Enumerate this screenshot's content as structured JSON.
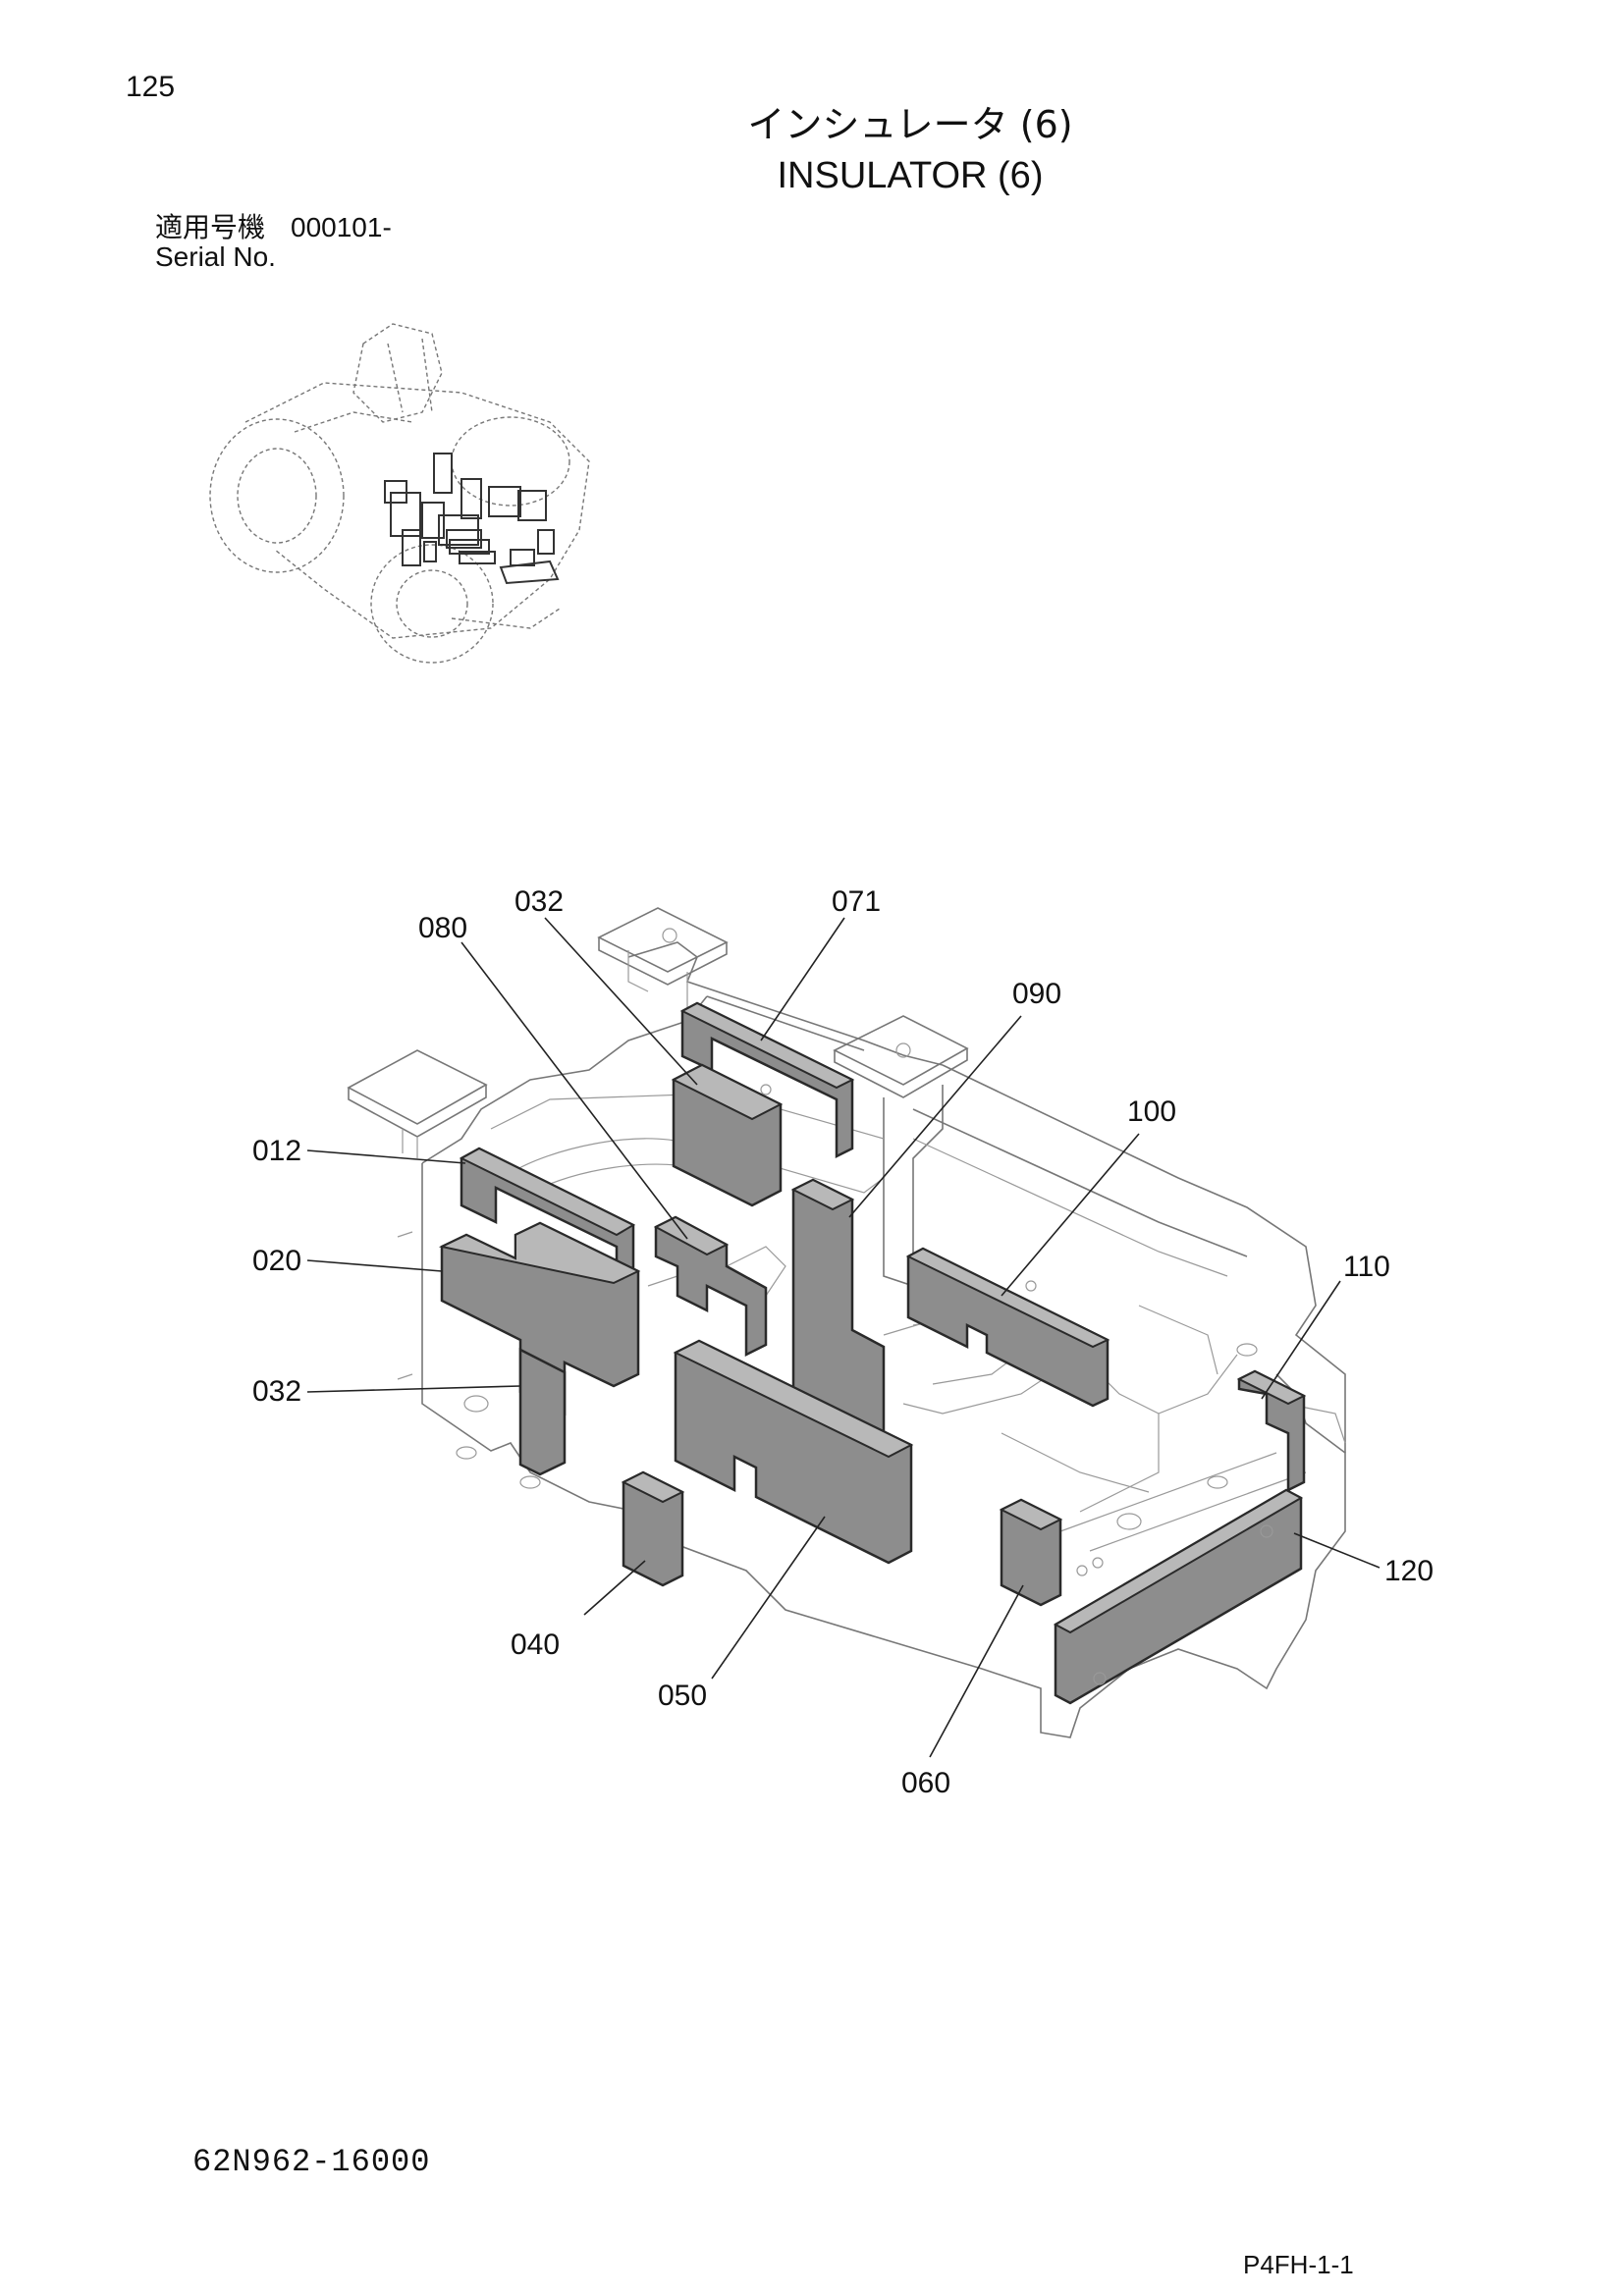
{
  "header": {
    "page_number": "125",
    "title_jp": "インシュレータ (6)",
    "title_en": "INSULATOR (6)",
    "serial_label_jp": "適用号機",
    "serial_value": "000101-",
    "serial_label_en": "Serial No."
  },
  "callouts": {
    "c080": "080",
    "c032_top": "032",
    "c071": "071",
    "c090": "090",
    "c100": "100",
    "c012": "012",
    "c020": "020",
    "c032_left": "032",
    "c110": "110",
    "c120": "120",
    "c040": "040",
    "c050": "050",
    "c060": "060"
  },
  "footer": {
    "drawing_code": "62N962-16000",
    "page_code": "P4FH-1-1"
  }
}
